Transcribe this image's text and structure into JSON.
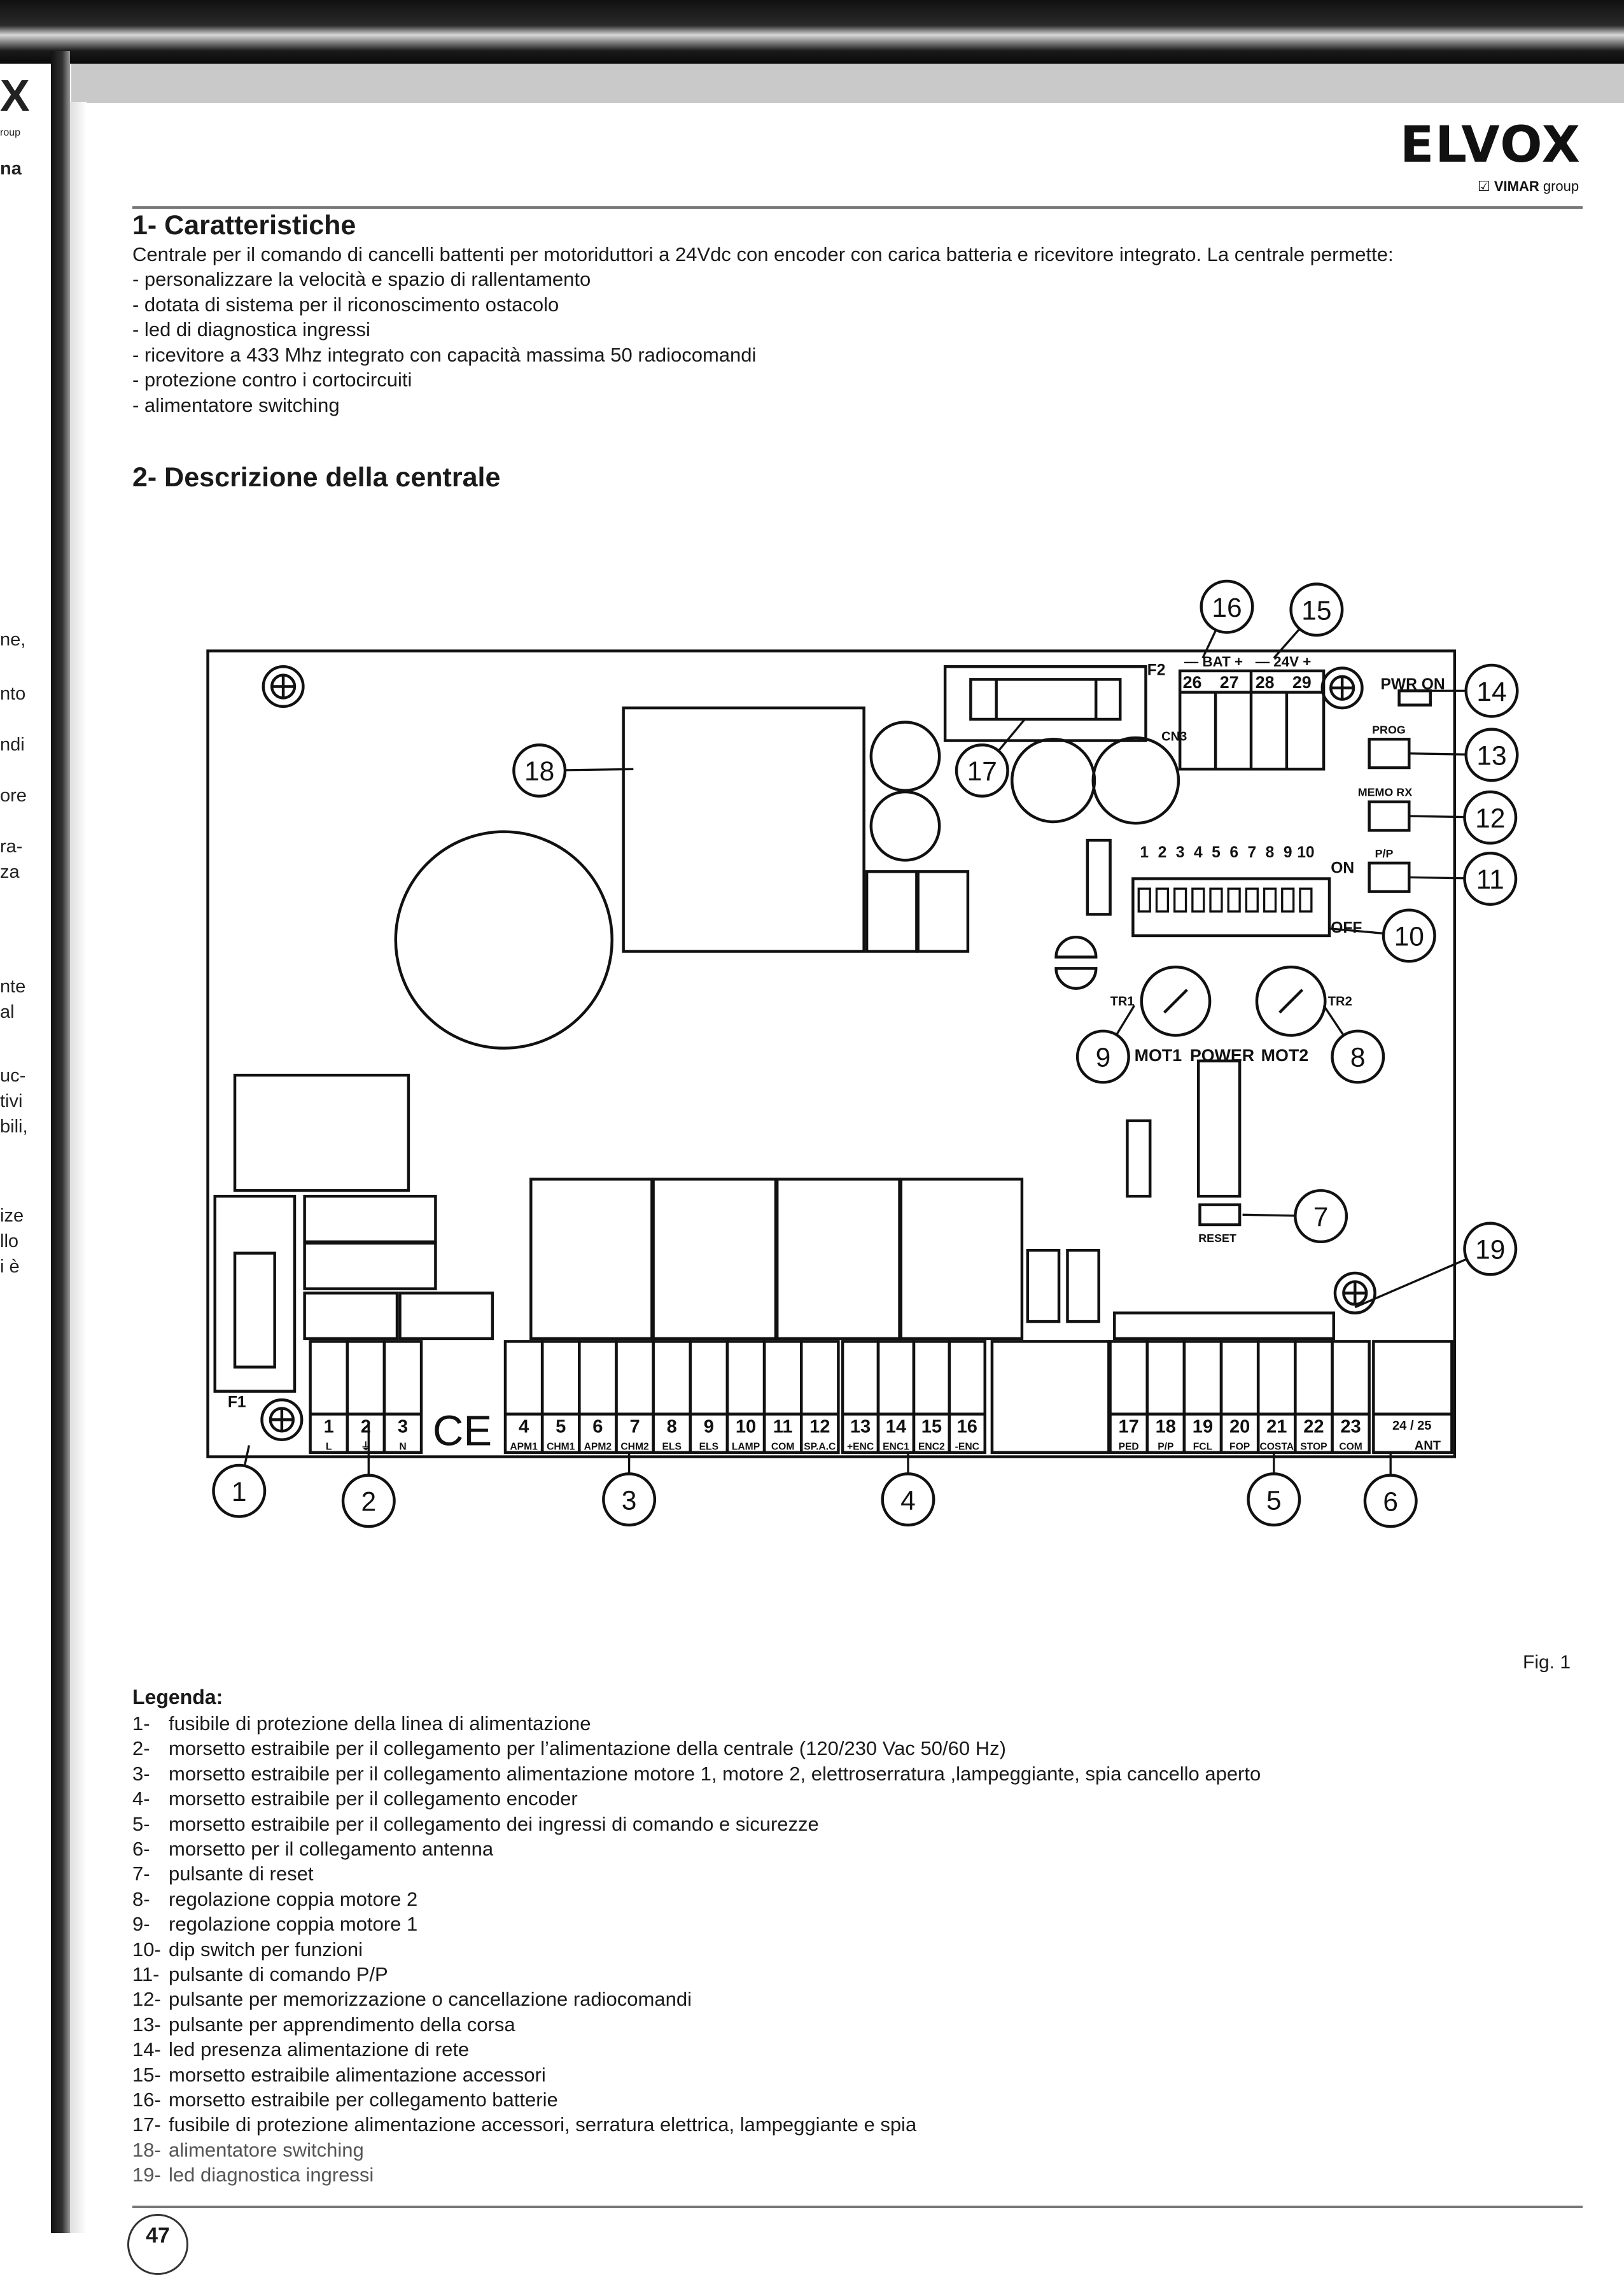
{
  "previous_page_fragments": [
    "X",
    "roup",
    "na",
    "ne,",
    "nto",
    "ndi",
    "ore",
    "ra-",
    "za",
    "nte",
    "al",
    "uc-",
    "tivi",
    "bili,",
    "ize",
    "llo",
    "i è"
  ],
  "header": {
    "logo": "ELVOX",
    "vimar": "VIMAR",
    "group": "group"
  },
  "section1": {
    "title": "1- Caratteristiche",
    "intro": "Centrale per il comando di cancelli battenti per motoriduttori a 24Vdc con encoder con carica batteria e ricevitore integrato. La centrale permette:",
    "features": [
      "- personalizzare la velocità e spazio di rallentamento",
      "- dotata di sistema per il riconoscimento ostacolo",
      "- led di diagnostica ingressi",
      "- ricevitore a 433 Mhz integrato con capacità massima 50 radiocomandi",
      "- protezione contro i cortocircuiti",
      "- alimentatore switching"
    ]
  },
  "section2": {
    "title": "2- Descrizione della centrale"
  },
  "diagram": {
    "fig_label": "Fig. 1",
    "callouts": [
      "1",
      "2",
      "3",
      "4",
      "5",
      "6",
      "7",
      "8",
      "9",
      "10",
      "11",
      "12",
      "13",
      "14",
      "15",
      "16",
      "17",
      "18",
      "19"
    ],
    "power_terminals": [
      {
        "n": "1",
        "l": "L"
      },
      {
        "n": "2",
        "l": "⏚"
      },
      {
        "n": "3",
        "l": "N"
      }
    ],
    "ce_mark": "CE",
    "motor_terminals": [
      {
        "n": "4",
        "l": "APM1"
      },
      {
        "n": "5",
        "l": "CHM1"
      },
      {
        "n": "6",
        "l": "APM2"
      },
      {
        "n": "7",
        "l": "CHM2"
      },
      {
        "n": "8",
        "l": "ELS"
      },
      {
        "n": "9",
        "l": "ELS"
      },
      {
        "n": "10",
        "l": "LAMP"
      },
      {
        "n": "11",
        "l": "COM"
      },
      {
        "n": "12",
        "l": "SP.A.C"
      }
    ],
    "encoder_terminals": [
      {
        "n": "13",
        "l": "+ENC"
      },
      {
        "n": "14",
        "l": "ENC1"
      },
      {
        "n": "15",
        "l": "ENC2"
      },
      {
        "n": "16",
        "l": "-ENC"
      }
    ],
    "input_terminals": [
      {
        "n": "17",
        "l": "PED"
      },
      {
        "n": "18",
        "l": "P/P"
      },
      {
        "n": "19",
        "l": "FCL"
      },
      {
        "n": "20",
        "l": "FOP"
      },
      {
        "n": "21",
        "l": "COSTA"
      },
      {
        "n": "22",
        "l": "STOP"
      },
      {
        "n": "23",
        "l": "COM"
      }
    ],
    "antenna_terminal": {
      "n": "24 / 25",
      "l": "ANT"
    },
    "battery_label": "— BAT +",
    "acc_label": "— 24V +",
    "top_terminals": [
      "26",
      "27",
      "28",
      "29"
    ],
    "pwr_on": "PWR ON",
    "prog": "PROG",
    "memo_rx": "MEMO RX",
    "pp": "P/P",
    "dip_numbers": [
      "1",
      "2",
      "3",
      "4",
      "5",
      "6",
      "7",
      "8",
      "9",
      "10"
    ],
    "dip_on": "ON",
    "dip_off": "OFF",
    "tr1": "TR1",
    "tr2": "TR2",
    "mot1": "MOT1",
    "power": "POWER",
    "mot2": "MOT2",
    "reset": "RESET",
    "f1": "F1",
    "f2": "F2",
    "cn3": "CN3"
  },
  "legend": {
    "title": "Legenda:",
    "items": [
      {
        "n": "1-",
        "t": "fusibile di protezione della linea di alimentazione"
      },
      {
        "n": "2-",
        "t": "morsetto estraibile per il  collegamento per l’alimentazione della centrale  (120/230 Vac 50/60 Hz)"
      },
      {
        "n": "3-",
        "t": "morsetto estraibile per il collegamento alimentazione motore 1, motore 2, elettroserratura ,lampeggiante, spia cancello aperto"
      },
      {
        "n": "4-",
        "t": "morsetto estraibile per il collegamento encoder"
      },
      {
        "n": "5-",
        "t": "morsetto estraibile per il collegamento dei ingressi di comando e sicurezze"
      },
      {
        "n": "6-",
        "t": "morsetto per il collegamento antenna"
      },
      {
        "n": "7-",
        "t": "pulsante  di reset"
      },
      {
        "n": "8-",
        "t": "regolazione coppia motore 2"
      },
      {
        "n": "9-",
        "t": "regolazione coppia motore 1"
      },
      {
        "n": "10-",
        "t": "dip switch per funzioni"
      },
      {
        "n": "11-",
        "t": "pulsante di comando P/P"
      },
      {
        "n": "12-",
        "t": "pulsante per memorizzazione o cancellazione radiocomandi"
      },
      {
        "n": "13-",
        "t": "pulsante per apprendimento della corsa"
      },
      {
        "n": "14-",
        "t": "led presenza alimentazione di rete"
      },
      {
        "n": "15-",
        "t": "morsetto estraibile alimentazione accessori"
      },
      {
        "n": "16-",
        "t": "morsetto estraibile per collegamento  batterie"
      },
      {
        "n": "17-",
        "t": "fusibile di protezione alimentazione accessori, serratura elettrica, lampeggiante e spia"
      },
      {
        "n": "18-",
        "t": "alimentatore switching"
      },
      {
        "n": "19-",
        "t": "led diagnostica ingressi"
      }
    ]
  },
  "footer": {
    "page_number": "47"
  }
}
